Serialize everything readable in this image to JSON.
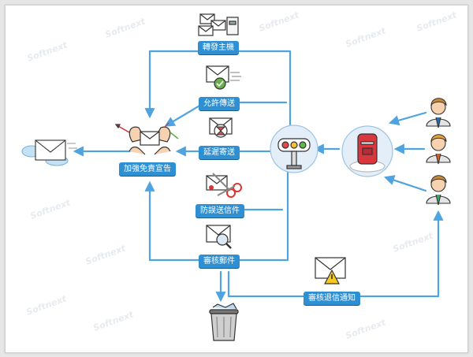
{
  "labels": {
    "forward_host": "轉發主機",
    "allow_send": "允許傳送",
    "delay_send": "延遲寄送",
    "prevent_send": "防誤送信件",
    "review_mail": "審核郵件",
    "enhance_notice": "加強免責宣告",
    "review_reject_notice": "審核退信通知"
  },
  "watermark": "Softnext",
  "colors": {
    "line": "#4ea3e0",
    "label_bg": "#2f8fd3",
    "cloud": "#c5e1f5"
  }
}
